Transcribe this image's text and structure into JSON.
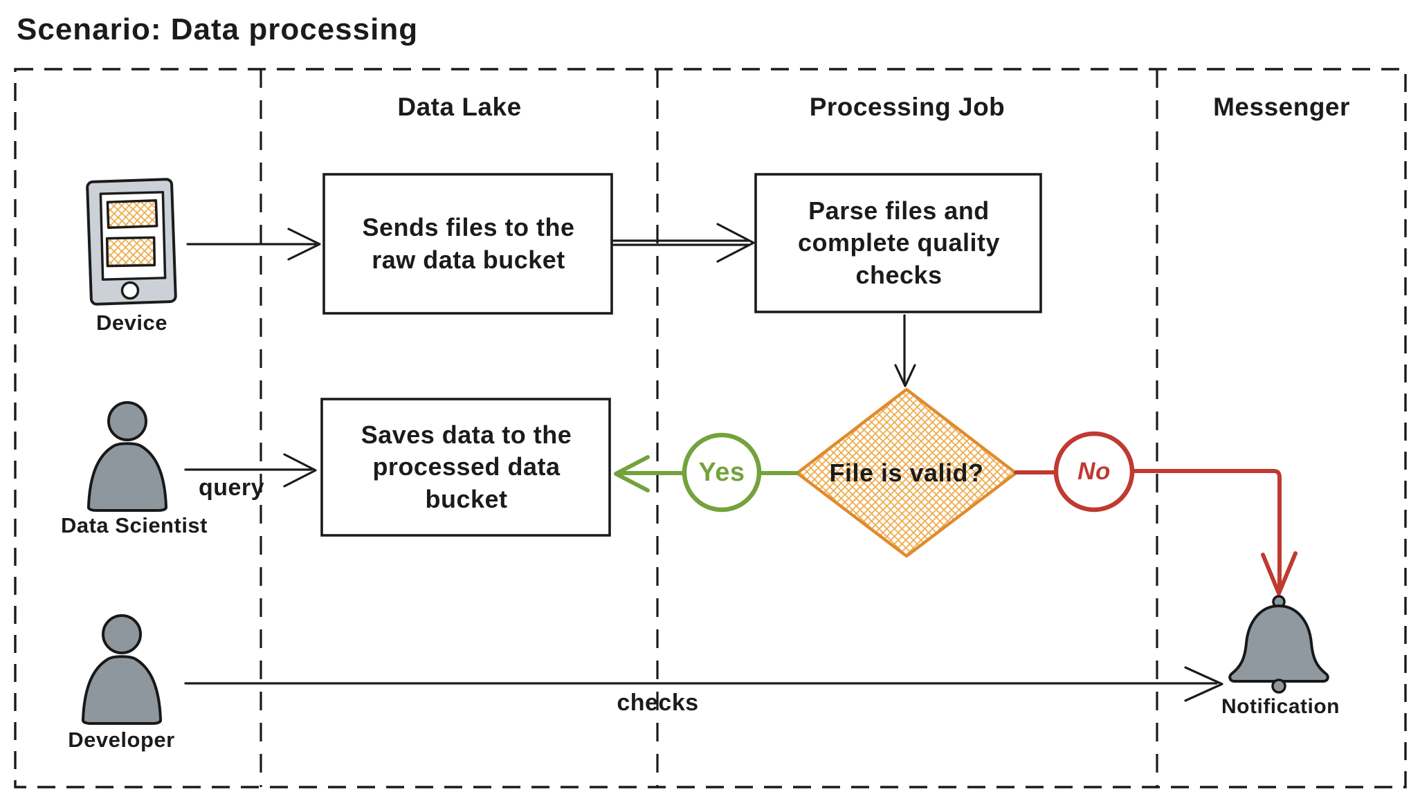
{
  "diagram": {
    "title": "Scenario: Data processing",
    "lane_headers": {
      "data_lake": "Data Lake",
      "processing_job": "Processing Job",
      "messenger": "Messenger"
    },
    "actors": {
      "device": "Device",
      "data_scientist": "Data Scientist",
      "developer": "Developer"
    },
    "steps": {
      "send_files": {
        "lines": [
          "Sends files to the",
          "raw data bucket"
        ]
      },
      "parse_files": {
        "lines": [
          "Parse files and",
          "complete quality",
          "checks"
        ]
      },
      "save_data": {
        "lines": [
          "Saves data to the",
          "processed data",
          "bucket"
        ]
      }
    },
    "decision": {
      "label": "File is valid?"
    },
    "branches": {
      "yes": "Yes",
      "no": "No"
    },
    "edge_labels": {
      "query": "query",
      "checks": "checks"
    },
    "notification": "Notification",
    "colors": {
      "ink": "#1b1b1b",
      "orange_stroke": "#e08b2d",
      "orange_hatch": "#f0b054",
      "green": "#74a23c",
      "red": "#bf3a30",
      "person_gray": "#8f979e",
      "device_frame_gray": "#cbd1d6"
    }
  }
}
